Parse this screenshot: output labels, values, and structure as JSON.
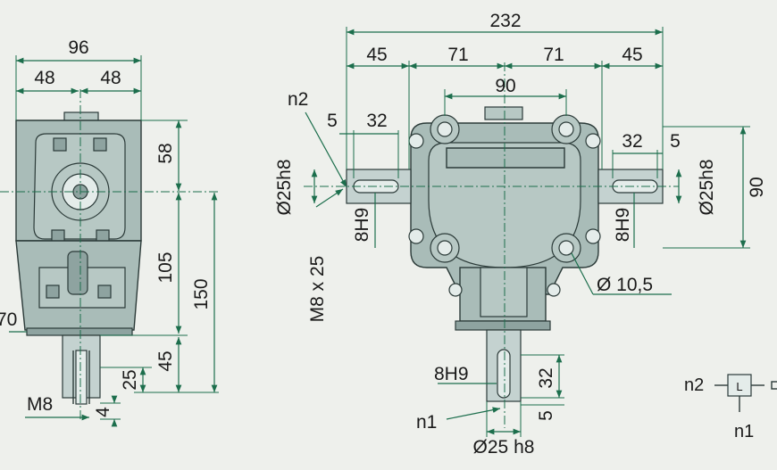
{
  "side_view": {
    "dim_width_total": "96",
    "dim_half_left": "48",
    "dim_half_right": "48",
    "dim_58": "58",
    "dim_105": "105",
    "dim_150": "150",
    "dim_45": "45",
    "dim_25": "25",
    "dim_4": "4",
    "label_m8": "M8",
    "label_70_partial": "70"
  },
  "front_view": {
    "dim_232": "232",
    "dim_45_left": "45",
    "dim_71_left": "71",
    "dim_71_right": "71",
    "dim_45_right": "45",
    "dim_90_top": "90",
    "label_n2": "n2",
    "dim_5_left": "5",
    "dim_32_left": "32",
    "dim_32_right": "32",
    "dim_5_right": "5",
    "label_d25h8_left": "Ø25h8",
    "label_8h9_left": "8H9",
    "label_m8x25": "M8 x 25",
    "label_d25h8_right": "Ø25h8",
    "label_8h9_right": "8H9",
    "dim_90_right": "90",
    "label_d10_5": "Ø 10,5",
    "label_8h9_bottom": "8H9",
    "dim_32_bottom": "32",
    "label_n1": "n1",
    "dim_5_bottom": "5",
    "label_d25h8_bottom": "Ø25 h8"
  },
  "mini_diagram": {
    "label_n2": "n2",
    "label_l": "L",
    "label_n1": "n1"
  }
}
